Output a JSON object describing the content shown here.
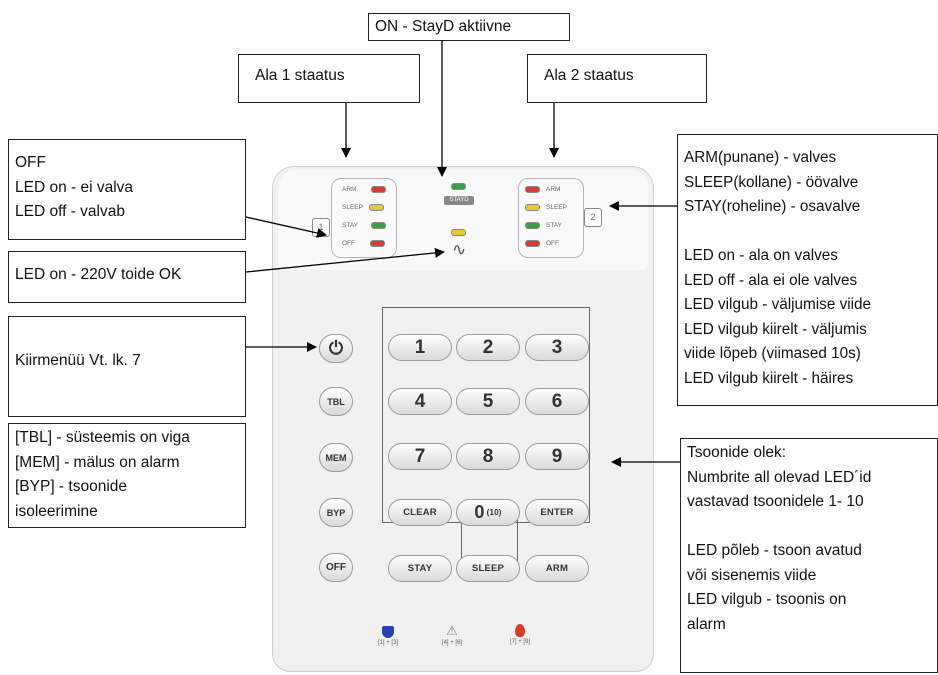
{
  "labels": {
    "top": "ON - StayD aktiivne",
    "area1": "Ala 1 staatus",
    "area2": "Ala 2 staatus",
    "off_info": [
      "OFF",
      "LED on - ei valva",
      "LED off - valvab"
    ],
    "power": "LED on - 220V toide OK",
    "quick_menu": "Kiirmenüü Vt. lk. 7",
    "function_keys": [
      "[TBL] - süsteemis on viga",
      "[MEM] - mälus on alarm",
      "[BYP] - tsoonide",
      "isoleerimine"
    ],
    "arm_info": [
      "ARM(punane) - valves",
      "SLEEP(kollane) - öövalve",
      "STAY(roheline) - osavalve",
      "",
      "LED on - ala on valves",
      "LED off - ala ei ole valves",
      "LED vilgub - väljumise viide",
      "LED vilgub kiirelt - väljumis",
      "viide lõpeb (viimased 10s)",
      "LED vilgub kiirelt - häires"
    ],
    "zones_info": [
      "Tsoonide olek:",
      "Numbrite all olevad LED´id",
      "vastavad tsoonidele 1- 10",
      "",
      "LED põleb - tsoon avatud",
      "või sisenemis viide",
      "LED vilgub - tsoonis on",
      "alarm"
    ]
  },
  "keypad": {
    "led_labels": [
      "ARM",
      "SLEEP",
      "STAY",
      "OFF"
    ],
    "zone_badges": [
      "1",
      "2"
    ],
    "stayd_label": "STAYD",
    "led_colors": {
      "arm": "#d93a3a",
      "sleep": "#e8c83a",
      "stay": "#3aa14a",
      "off": "#d93a3a"
    },
    "digits": [
      "1",
      "2",
      "3",
      "4",
      "5",
      "6",
      "7",
      "8",
      "9"
    ],
    "zero": "0",
    "zero_sub": "(10)",
    "side_keys": [
      "TBL",
      "MEM",
      "BYP",
      "OFF"
    ],
    "power_symbol": "⏻",
    "clear": "CLEAR",
    "enter": "ENTER",
    "stay": "STAY",
    "sleep": "SLEEP",
    "arm": "ARM",
    "panic": [
      "[1] + [3]",
      "[4] + [6]",
      "[7] + [9]"
    ]
  }
}
